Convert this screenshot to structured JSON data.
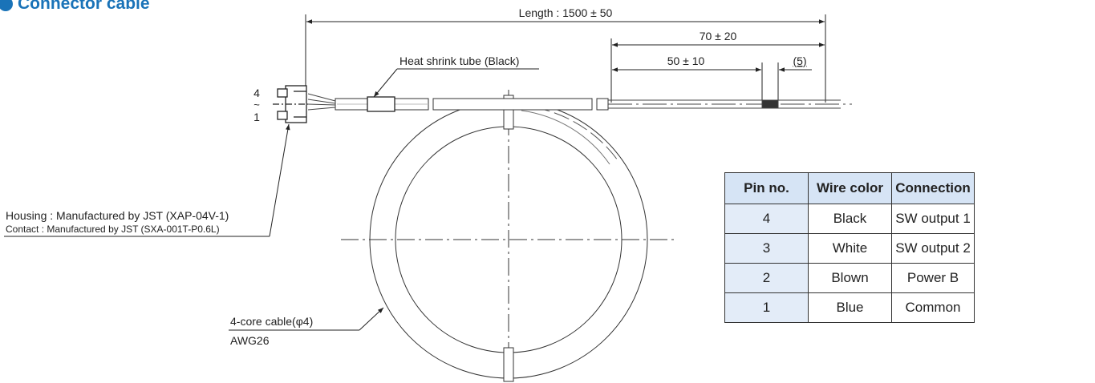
{
  "heading": {
    "title": "Connector cable"
  },
  "dimensions": {
    "length": "Length : 1500 ± 50",
    "d70": "70 ± 20",
    "d50": "50 ± 10",
    "d5": "(5)"
  },
  "labels": {
    "heat_shrink": "Heat shrink tube (Black)",
    "pin_top": "4",
    "pin_tilde": "~",
    "pin_bottom": "1",
    "housing": "Housing : Manufactured by JST (XAP-04V-1)",
    "contact": "Contact : Manufactured by JST (SXA-001T-P0.6L)",
    "cable": "4-core cable(φ4)",
    "awg": "AWG26"
  },
  "table": {
    "headers": [
      "Pin no.",
      "Wire color",
      "Connection"
    ],
    "rows": [
      [
        "4",
        "Black",
        "SW output 1"
      ],
      [
        "3",
        "White",
        "SW output 2"
      ],
      [
        "2",
        "Blown",
        "Power B"
      ],
      [
        "1",
        "Blue",
        "Common"
      ]
    ]
  }
}
